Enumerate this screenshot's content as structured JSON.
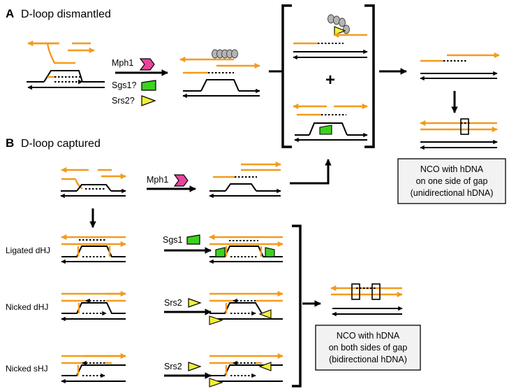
{
  "sections": {
    "a": {
      "letter": "A",
      "title": "D-loop dismantled"
    },
    "b": {
      "letter": "B",
      "title": "D-loop captured"
    }
  },
  "enzymes": {
    "mph1": "Mph1",
    "sgs1_q": "Sgs1?",
    "srs2_q": "Srs2?",
    "sgs1": "Sgs1",
    "srs2": "Srs2"
  },
  "row_labels": {
    "ligated": "Ligated dHJ",
    "nicked_d": "Nicked dHJ",
    "nicked_s": "Nicked sHJ"
  },
  "plus_sign": "+",
  "outcome_unidirectional": [
    "NCO with hDNA",
    "on one side of gap",
    "(unidirectional hDNA)"
  ],
  "outcome_bidirectional": [
    "NCO with hDNA",
    "on both sides of gap",
    "(bidirectional hDNA)"
  ],
  "colors": {
    "invading_strand": "#f39a1c",
    "template_strand": "#000000",
    "mph1": "#e8449c",
    "sgs1": "#3cd21e",
    "srs2": "#f0f03a",
    "rpa": "#b4b4b4",
    "box_fill": "#f2f2f2"
  },
  "icons": [
    "mph1-helicase-chevron",
    "sgs1-helicase-wedge",
    "srs2-helicase-triangle",
    "rpa-bead"
  ]
}
